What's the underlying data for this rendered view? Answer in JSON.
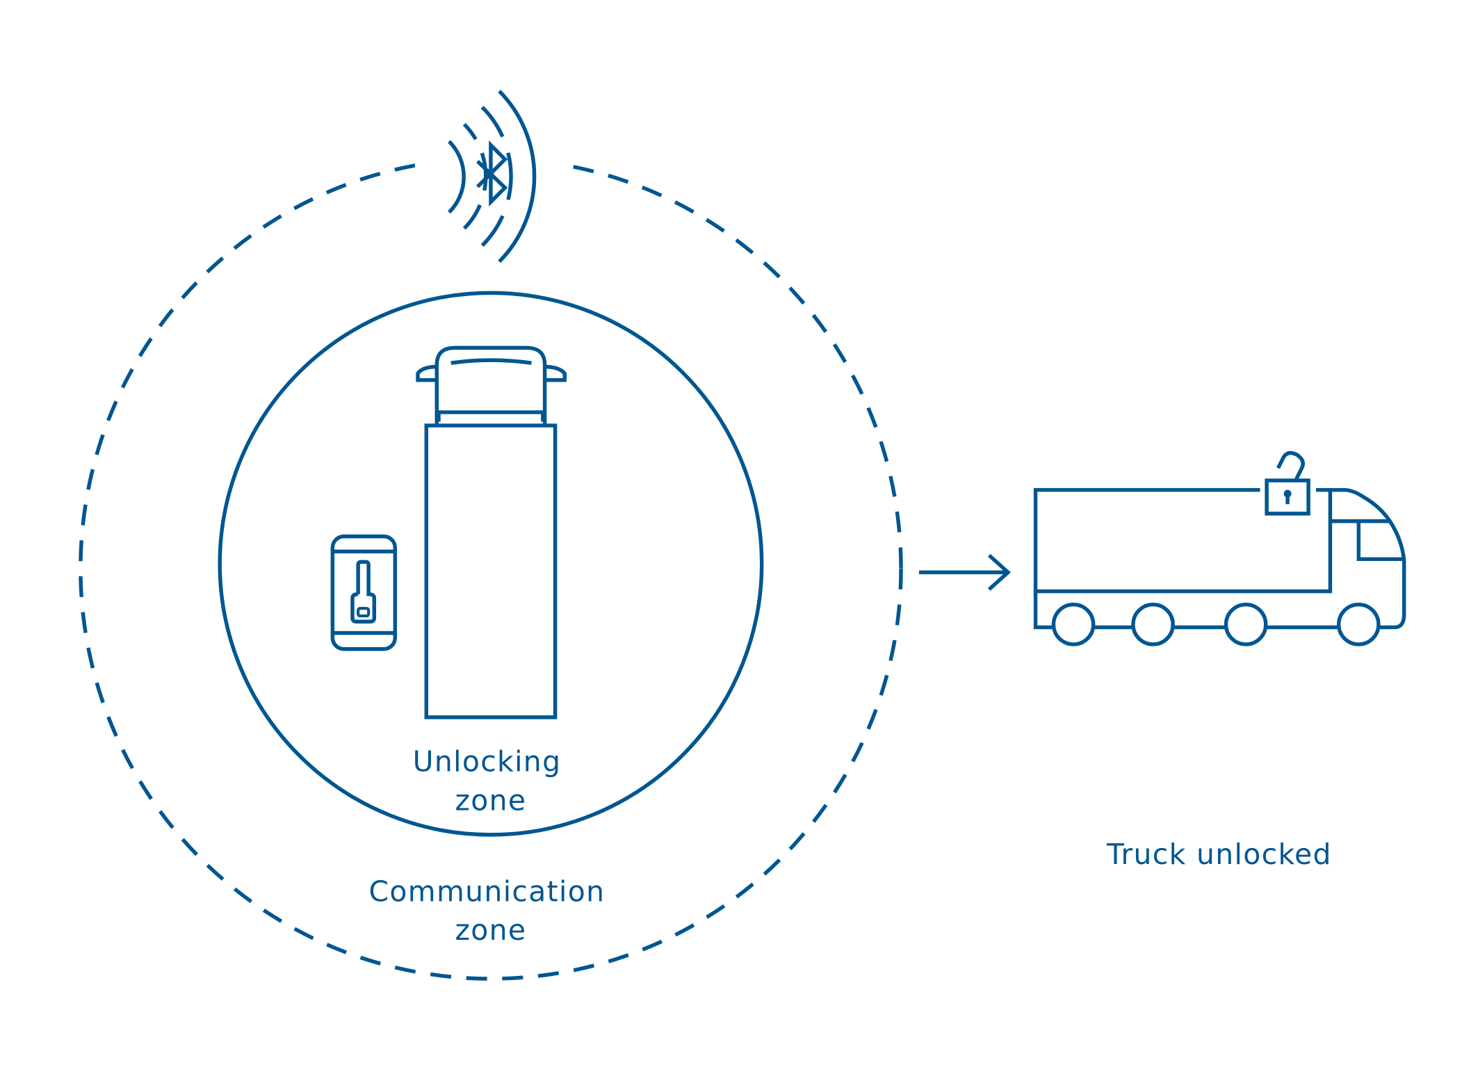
{
  "labels": {
    "unlocking_zone": [
      "Unlocking",
      "zone"
    ],
    "communication_zone": [
      "Communication",
      "zone"
    ],
    "truck_status": "Truck unlocked"
  },
  "icons": [
    "bluetooth-icon",
    "signal-waves-icon",
    "smartphone-key-icon",
    "vehicle-top-view-icon",
    "arrow-right-icon",
    "truck-icon",
    "unlocked-padlock-icon"
  ],
  "colors": {
    "primary": "#005691",
    "background": "#ffffff"
  }
}
